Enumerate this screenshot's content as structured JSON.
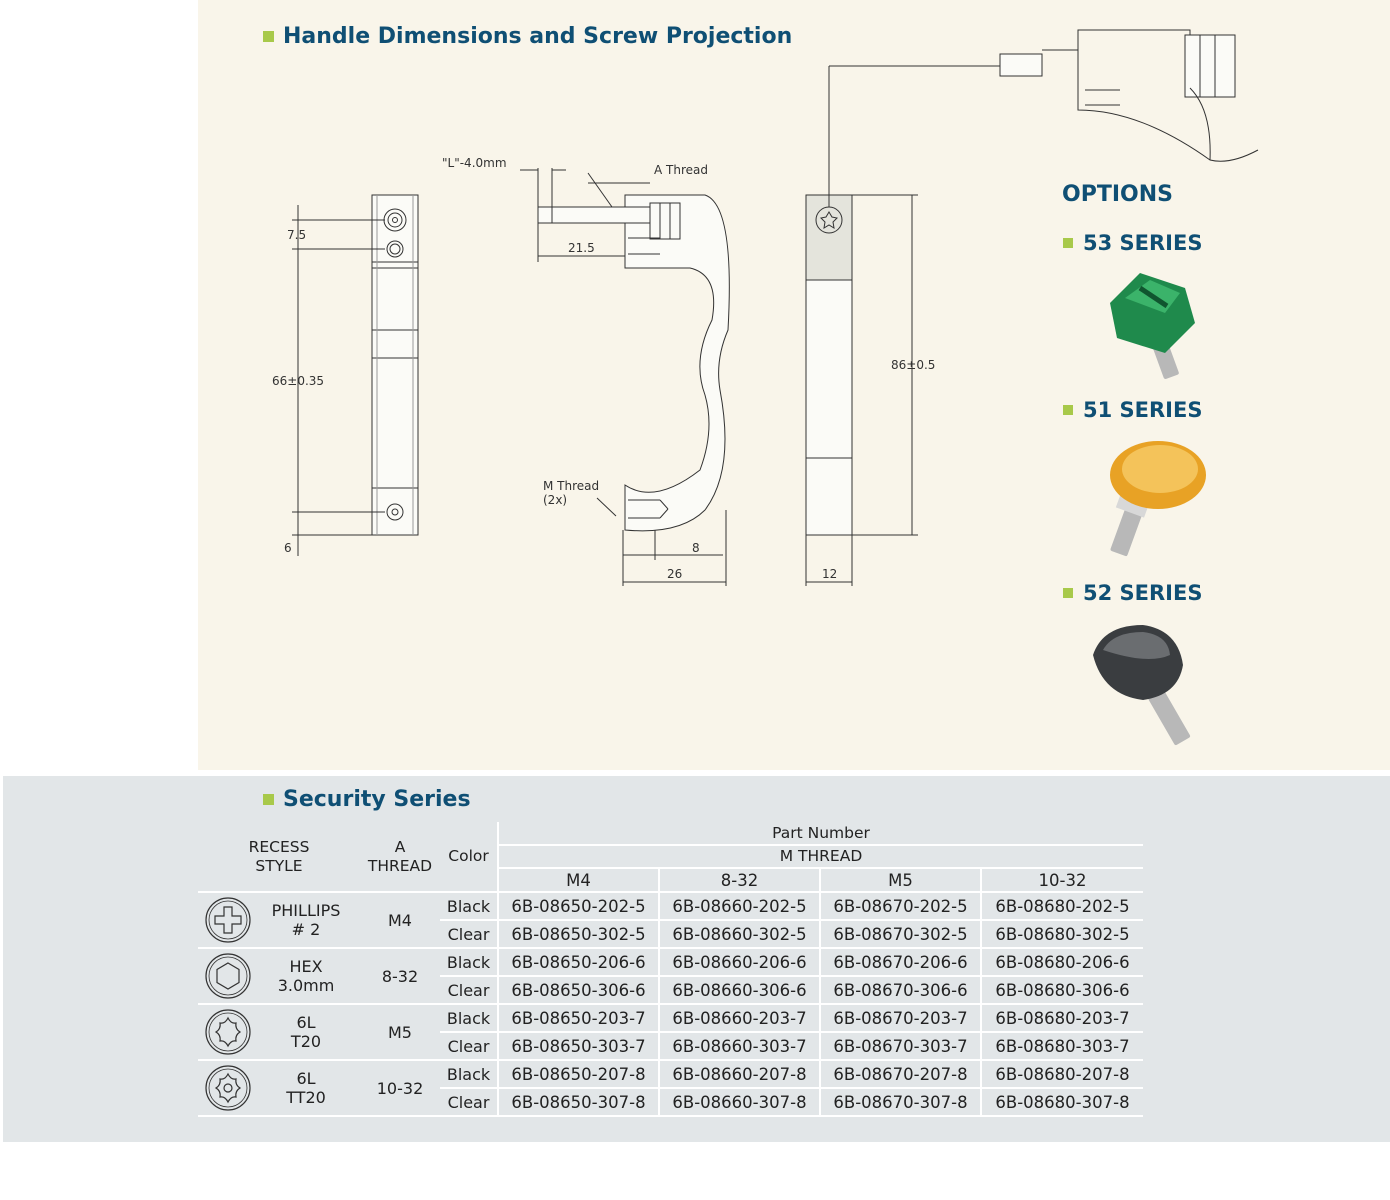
{
  "sections": {
    "handle_title": "Handle Dimensions and Screw Projection",
    "options_title": "OPTIONS",
    "security_title": "Security Series"
  },
  "drawing": {
    "dim_7_5": "7.5",
    "dim_66": "66±0.35",
    "dim_6": "6",
    "dim_L": "\"L\"-4.0mm",
    "a_thread": "A Thread",
    "dim_21_5": "21.5",
    "m_thread": "M Thread",
    "m_thread_qty": "(2x)",
    "dim_8": "8",
    "dim_26": "26",
    "dim_86": "86±0.5",
    "dim_12": "12"
  },
  "options": [
    {
      "label": "53 SERIES",
      "color": "#1f8a4c"
    },
    {
      "label": "51 SERIES",
      "color": "#e8a225"
    },
    {
      "label": "52 SERIES",
      "color": "#3a3d40"
    }
  ],
  "table": {
    "headers": {
      "recess_style": [
        "RECESS",
        "STYLE"
      ],
      "a_thread": [
        "A",
        "THREAD"
      ],
      "color": "Color",
      "part_number": "Part Number",
      "m_thread": "M THREAD",
      "m_threads": [
        "M4",
        "8-32",
        "M5",
        "10-32"
      ]
    },
    "groups": [
      {
        "icon": "phillips-icon",
        "style": [
          "PHILLIPS",
          "# 2"
        ],
        "a_thread": "M4",
        "rows": [
          {
            "color": "Black",
            "parts": [
              "6B-08650-202-5",
              "6B-08660-202-5",
              "6B-08670-202-5",
              "6B-08680-202-5"
            ]
          },
          {
            "color": "Clear",
            "parts": [
              "6B-08650-302-5",
              "6B-08660-302-5",
              "6B-08670-302-5",
              "6B-08680-302-5"
            ]
          }
        ]
      },
      {
        "icon": "hex-icon",
        "style": [
          "HEX",
          "3.0mm"
        ],
        "a_thread": "8-32",
        "rows": [
          {
            "color": "Black",
            "parts": [
              "6B-08650-206-6",
              "6B-08660-206-6",
              "6B-08670-206-6",
              "6B-08680-206-6"
            ]
          },
          {
            "color": "Clear",
            "parts": [
              "6B-08650-306-6",
              "6B-08660-306-6",
              "6B-08670-306-6",
              "6B-08680-306-6"
            ]
          }
        ]
      },
      {
        "icon": "torx-icon",
        "style": [
          "6L",
          "T20"
        ],
        "a_thread": "M5",
        "rows": [
          {
            "color": "Black",
            "parts": [
              "6B-08650-203-7",
              "6B-08660-203-7",
              "6B-08670-203-7",
              "6B-08680-203-7"
            ]
          },
          {
            "color": "Clear",
            "parts": [
              "6B-08650-303-7",
              "6B-08660-303-7",
              "6B-08670-303-7",
              "6B-08680-303-7"
            ]
          }
        ]
      },
      {
        "icon": "tamper-torx-icon",
        "style": [
          "6L",
          "TT20"
        ],
        "a_thread": "10-32",
        "rows": [
          {
            "color": "Black",
            "parts": [
              "6B-08650-207-8",
              "6B-08660-207-8",
              "6B-08670-207-8",
              "6B-08680-207-8"
            ]
          },
          {
            "color": "Clear",
            "parts": [
              "6B-08650-307-8",
              "6B-08660-307-8",
              "6B-08670-307-8",
              "6B-08680-307-8"
            ]
          }
        ]
      }
    ]
  }
}
